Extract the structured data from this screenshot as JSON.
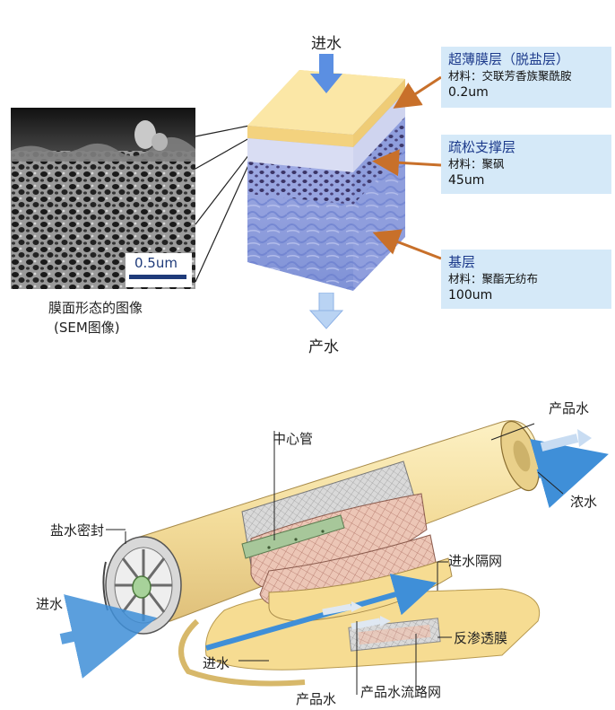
{
  "top": {
    "inlet_label": "进水",
    "outlet_label": "产水",
    "sem_scale": "0.5um",
    "sem_caption_line1": "膜面形态的图像",
    "sem_caption_line2": "(SEM图像)",
    "layers": [
      {
        "title": "超薄膜层（脱盐层）",
        "material": "材料：交联芳香族聚酰胺",
        "thickness": "0.2um"
      },
      {
        "title": "疏松支撑层",
        "material": "材料：聚砜",
        "thickness": "45um"
      },
      {
        "title": "基层",
        "material": "材料：聚酯无纺布",
        "thickness": "100um"
      }
    ]
  },
  "bottom": {
    "labels": {
      "center_tube": "中心管",
      "brine_seal": "盐水密封",
      "feed_left": "进水",
      "product_top": "产品水",
      "concentrate": "浓水",
      "feed_spacer": "进水隔网",
      "ro_membrane": "反渗透膜",
      "feed_bottom": "进水",
      "product_bottom": "产品水",
      "product_channel": "产品水流路网"
    }
  },
  "colors": {
    "box_bg": "#d5e9f8",
    "title_blue": "#1d3b8c",
    "arrow_orange": "#c8702a",
    "membrane_yellow": "#fbe7a6",
    "arrow_blue": "#3f8fd8"
  }
}
